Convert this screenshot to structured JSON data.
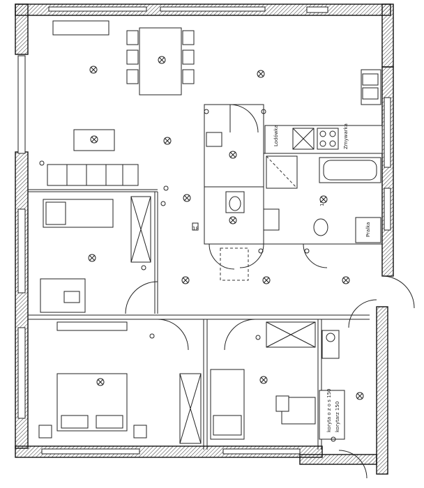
{
  "labels": {
    "lodowka": "Lodówka",
    "zmywarka": "Zmywarka",
    "pralka": "Pralka",
    "korytarz_size": "koryta o z o s 150",
    "korytarz_code": "korytarz 150",
    "code_13": "13",
    "code_18": "18"
  },
  "colors": {
    "line": "#111111",
    "paper": "#ffffff"
  }
}
